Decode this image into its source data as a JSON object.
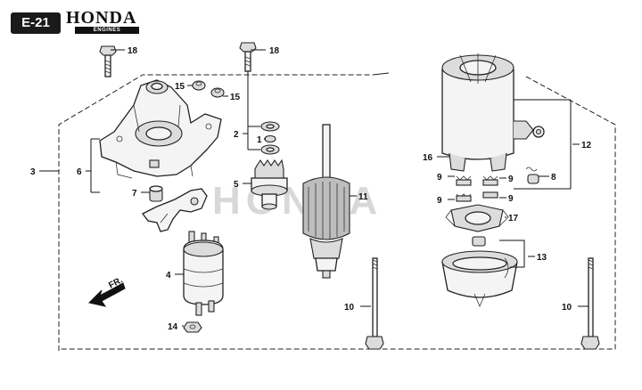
{
  "header": {
    "section_code": "E-21",
    "brand": "HONDA",
    "brand_sub": "ENGINES",
    "watermark": "HONDA"
  },
  "direction_label": "FR.",
  "callouts": {
    "c1": "1",
    "c2": "2",
    "c3": "3",
    "c4": "4",
    "c5": "5",
    "c6": "6",
    "c7": "7",
    "c8": "8",
    "c9a": "9",
    "c9b": "9",
    "c9c": "9",
    "c9d": "9",
    "c10a": "10",
    "c10b": "10",
    "c11": "11",
    "c12": "12",
    "c13": "13",
    "c14": "14",
    "c15a": "15",
    "c15b": "15",
    "c16": "16",
    "c17": "17",
    "c18a": "18",
    "c18b": "18"
  },
  "colors": {
    "ink": "#111111",
    "badge": "#1a1a1a",
    "watermark": "#d8d8d8"
  }
}
